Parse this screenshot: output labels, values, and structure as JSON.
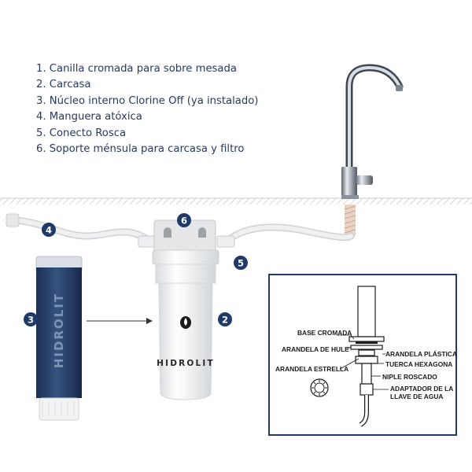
{
  "legend": {
    "items": [
      "1. Canilla cromada para sobre mesada",
      "2. Carcasa",
      "3. Núcleo interno Clorine Off (ya instalado)",
      "4. Manguera atóxica",
      "5. Conecto Rosca",
      "6. Soporte ménsula para carcasa y filtro"
    ]
  },
  "badges": [
    "2",
    "3",
    "4",
    "5",
    "6"
  ],
  "brand": {
    "vertical": "HIDROLIT",
    "horizontal": "HIDROLIT"
  },
  "detail_labels": [
    "BASE CROMADA",
    "ARANDELA DE HULE",
    "ARANDELA PLÁSTICA",
    "TUERCA HEXAGONA",
    "ARANDELA ESTRELLA",
    "NIPLE ROSCADO",
    "ADAPTADOR DE LA",
    "LLAVE DE AGUA"
  ],
  "colors": {
    "navy": "#1f3a68",
    "text": "#283a5e",
    "hose": "#e6e8ea",
    "housing": "#f3f4f5",
    "cartridge": "#25406b",
    "chrome": "#9aa3ad"
  }
}
